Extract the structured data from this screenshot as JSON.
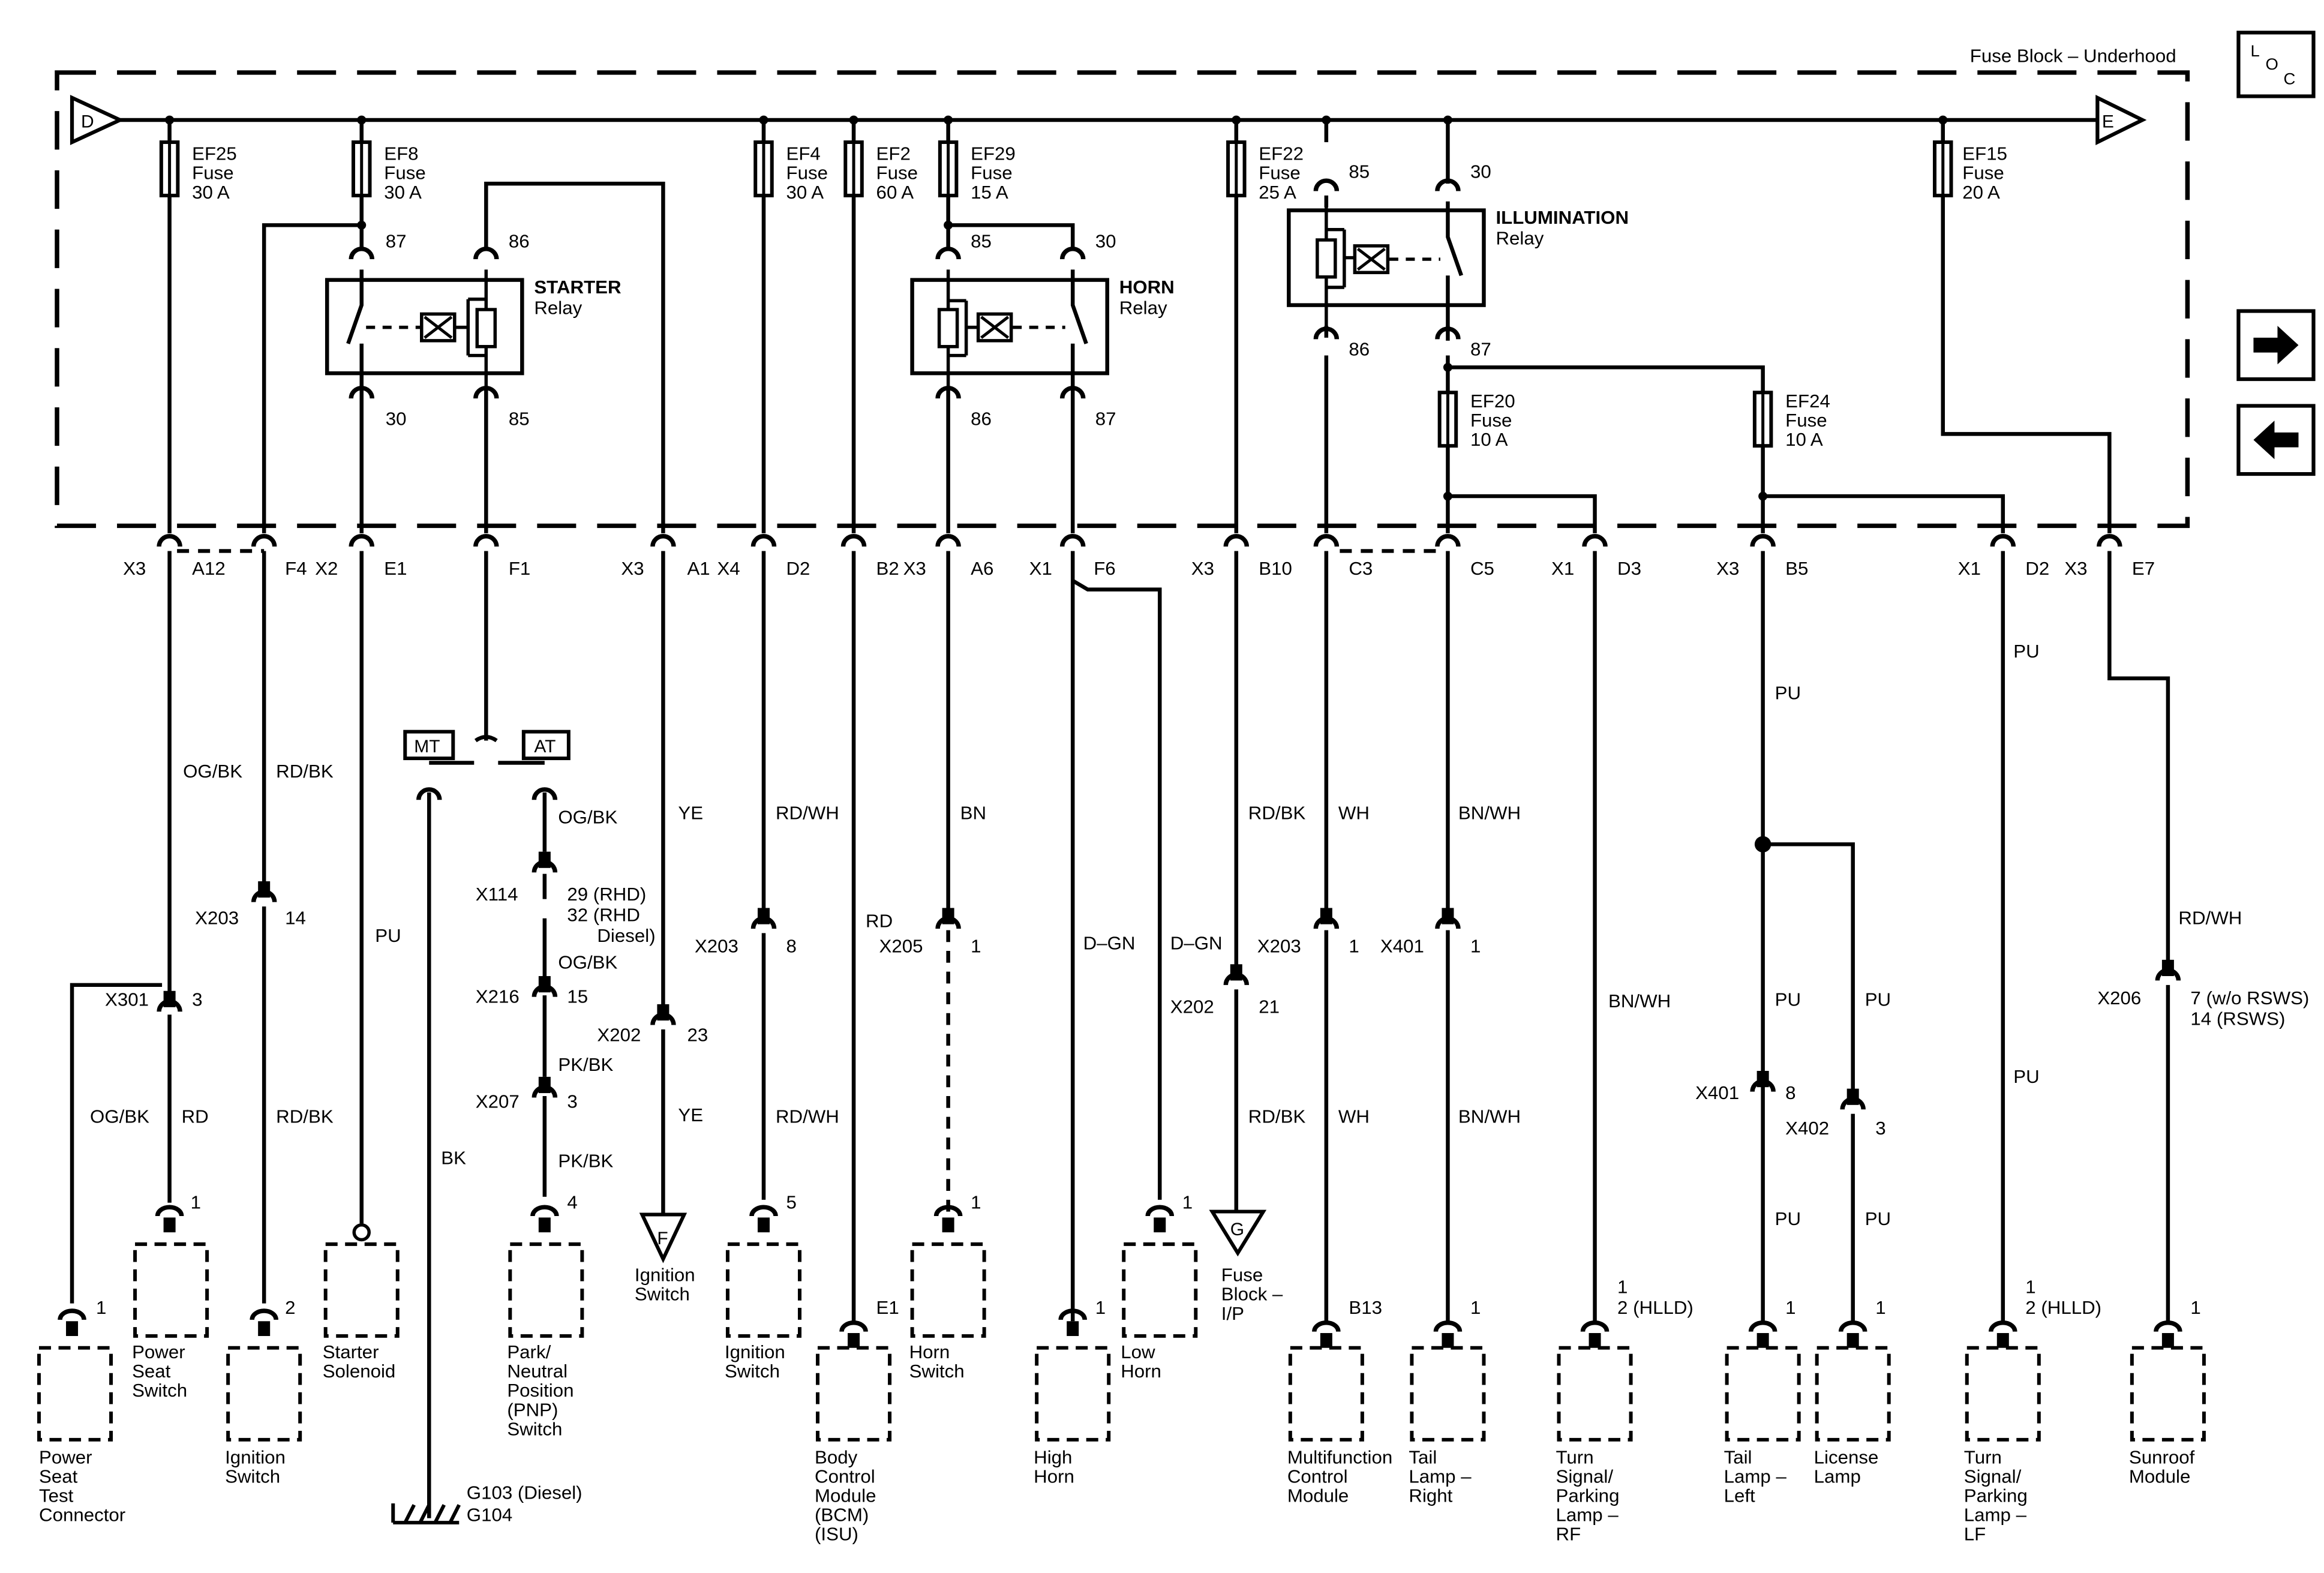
{
  "fuse_block": {
    "title": "Fuse Block – Underhood"
  },
  "loc": {
    "l": "L",
    "o": "O",
    "c": "C"
  },
  "nav": {
    "next_icon": "right-arrow-icon",
    "prev_icon": "left-arrow-icon"
  },
  "bus": {
    "left": "D",
    "right": "E"
  },
  "fuses": {
    "ef25": {
      "name": "EF25",
      "type": "Fuse",
      "rating": "30 A"
    },
    "ef8": {
      "name": "EF8",
      "type": "Fuse",
      "rating": "30 A"
    },
    "ef4": {
      "name": "EF4",
      "type": "Fuse",
      "rating": "30 A"
    },
    "ef2": {
      "name": "EF2",
      "type": "Fuse",
      "rating": "60 A"
    },
    "ef29": {
      "name": "EF29",
      "type": "Fuse",
      "rating": "15 A"
    },
    "ef22": {
      "name": "EF22",
      "type": "Fuse",
      "rating": "25 A"
    },
    "ef15": {
      "name": "EF15",
      "type": "Fuse",
      "rating": "20 A"
    },
    "ef20": {
      "name": "EF20",
      "type": "Fuse",
      "rating": "10 A"
    },
    "ef24": {
      "name": "EF24",
      "type": "Fuse",
      "rating": "10 A"
    }
  },
  "relays": {
    "starter": {
      "name": "STARTER",
      "type": "Relay",
      "pins": [
        "87",
        "86",
        "30",
        "85"
      ]
    },
    "horn": {
      "name": "HORN",
      "type": "Relay",
      "pins": [
        "85",
        "30",
        "86",
        "87"
      ]
    },
    "illumination": {
      "name": "ILLUMINATION",
      "type": "Relay",
      "pins": [
        "85",
        "30",
        "86",
        "87"
      ]
    }
  },
  "connectors": {
    "a12": {
      "conn": "X3",
      "pin": "A12"
    },
    "f4": {
      "conn": "F4"
    },
    "e1": {
      "conn": "X2",
      "pin": "E1"
    },
    "f1": {
      "pin": "F1"
    },
    "a1": {
      "conn": "X3",
      "pin": "A1"
    },
    "d2a": {
      "conn": "X4",
      "pin": "D2"
    },
    "b2": {
      "pin": "B2"
    },
    "a6": {
      "conn": "X3",
      "pin": "A6"
    },
    "f6": {
      "conn": "X1",
      "pin": "F6"
    },
    "b10": {
      "conn": "X3",
      "pin": "B10"
    },
    "c3": {
      "pin": "C3"
    },
    "c5": {
      "pin": "C5"
    },
    "d3": {
      "conn": "X1",
      "pin": "D3"
    },
    "b5": {
      "conn": "X3",
      "pin": "B5"
    },
    "d2b": {
      "conn": "X1",
      "pin": "D2"
    },
    "e7": {
      "conn": "X3",
      "pin": "E7"
    }
  },
  "wires": {
    "ogbk_1": "OG/BK",
    "rdbk_1": "RD/BK",
    "pu_1": "PU",
    "ogbk_2": "OG/BK",
    "ye_1": "YE",
    "rdwh_1": "RD/WH",
    "rd_1": "RD",
    "bn_1": "BN",
    "dgn_1": "D–GN",
    "dgn_2": "D–GN",
    "rdbk_2": "RD/BK",
    "wh_1": "WH",
    "bnwh_1": "BN/WH",
    "bnwh_2": "BN/WH",
    "pu_2": "PU",
    "pu_3": "PU",
    "pu_4": "PU",
    "pu_5": "PU",
    "pu_6": "PU",
    "pu_7": "PU",
    "pu_8": "PU",
    "rdwh_2": "RD/WH",
    "ogbk_3": "OG/BK",
    "rd_2": "RD",
    "rdbk_3": "RD/BK",
    "ogbk_4": "OG/BK",
    "pkbk_1": "PK/BK",
    "pkbk_2": "PK/BK",
    "bk_1": "BK",
    "ye_2": "YE",
    "rdwh_3": "RD/WH",
    "rdbk_4": "RD/BK",
    "wh_2": "WH",
    "bnwh_3": "BN/WH"
  },
  "inline": {
    "x203a": {
      "conn": "X203",
      "pin": "14"
    },
    "x301": {
      "conn": "X301",
      "pin": "3"
    },
    "x114": {
      "conn": "X114",
      "pin1": "29 (RHD)",
      "pin2": "32 (RHD",
      "pin3": "Diesel)"
    },
    "x216": {
      "conn": "X216",
      "pin": "15"
    },
    "x207": {
      "conn": "X207",
      "pin": "3"
    },
    "x202a": {
      "conn": "X202",
      "pin": "23"
    },
    "x203b": {
      "conn": "X203",
      "pin": "8"
    },
    "x205": {
      "conn": "X205",
      "pin": "1"
    },
    "x202b": {
      "conn": "X202",
      "pin": "21"
    },
    "x203c": {
      "conn": "X203",
      "pin": "1"
    },
    "x401a": {
      "conn": "X401",
      "pin": "1"
    },
    "x401b": {
      "conn": "X401",
      "pin": "8"
    },
    "x402": {
      "conn": "X402",
      "pin": "3"
    },
    "x206": {
      "conn": "X206",
      "pin1": "7 (w/o RSWS)",
      "pin2": "14 (RSWS)"
    }
  },
  "transmission": {
    "mt": "MT",
    "at": "AT"
  },
  "refs": {
    "f": {
      "letter": "F",
      "l1": "Ignition",
      "l2": "Switch"
    },
    "g": {
      "letter": "G",
      "l1": "Fuse",
      "l2": "Block –",
      "l3": "I/P"
    }
  },
  "ground": {
    "l1": "G103 (Diesel)",
    "l2": "G104"
  },
  "components": {
    "power_seat_test": {
      "pin": "1",
      "l1": "Power",
      "l2": "Seat",
      "l3": "Test",
      "l4": "Connector"
    },
    "power_seat_switch": {
      "pin": "1",
      "l1": "Power",
      "l2": "Seat",
      "l3": "Switch"
    },
    "ign_switch_a": {
      "pin": "2",
      "l1": "Ignition",
      "l2": "Switch"
    },
    "starter_solenoid": {
      "l1": "Starter",
      "l2": "Solenoid"
    },
    "pnp_switch": {
      "pin": "4",
      "l1": "Park/",
      "l2": "Neutral",
      "l3": "Position",
      "l4": "(PNP)",
      "l5": "Switch"
    },
    "ign_switch_b": {
      "pin": "5",
      "l1": "Ignition",
      "l2": "Switch"
    },
    "bcm": {
      "pin": "E1",
      "l1": "Body",
      "l2": "Control",
      "l3": "Module",
      "l4": "(BCM)",
      "l5": "(ISU)"
    },
    "horn_switch": {
      "pin": "1",
      "l1": "Horn",
      "l2": "Switch"
    },
    "high_horn": {
      "pin": "1",
      "l1": "High",
      "l2": "Horn"
    },
    "low_horn": {
      "pin": "1",
      "l1": "Low",
      "l2": "Horn"
    },
    "mfcm": {
      "pin": "B13",
      "l1": "Multifunction",
      "l2": "Control",
      "l3": "Module"
    },
    "tail_right": {
      "pin": "1",
      "l1": "Tail",
      "l2": "Lamp –",
      "l3": "Right"
    },
    "turn_rf": {
      "pin1": "1",
      "pin2": "2 (HLLD)",
      "l1": "Turn",
      "l2": "Signal/",
      "l3": "Parking",
      "l4": "Lamp –",
      "l5": "RF"
    },
    "tail_left": {
      "pin": "1",
      "l1": "Tail",
      "l2": "Lamp –",
      "l3": "Left"
    },
    "license": {
      "pin": "1",
      "l1": "License",
      "l2": "Lamp"
    },
    "turn_lf": {
      "pin1": "1",
      "pin2": "2 (HLLD)",
      "l1": "Turn",
      "l2": "Signal/",
      "l3": "Parking",
      "l4": "Lamp –",
      "l5": "LF"
    },
    "sunroof": {
      "pin": "1",
      "l1": "Sunroof",
      "l2": "Module"
    }
  }
}
